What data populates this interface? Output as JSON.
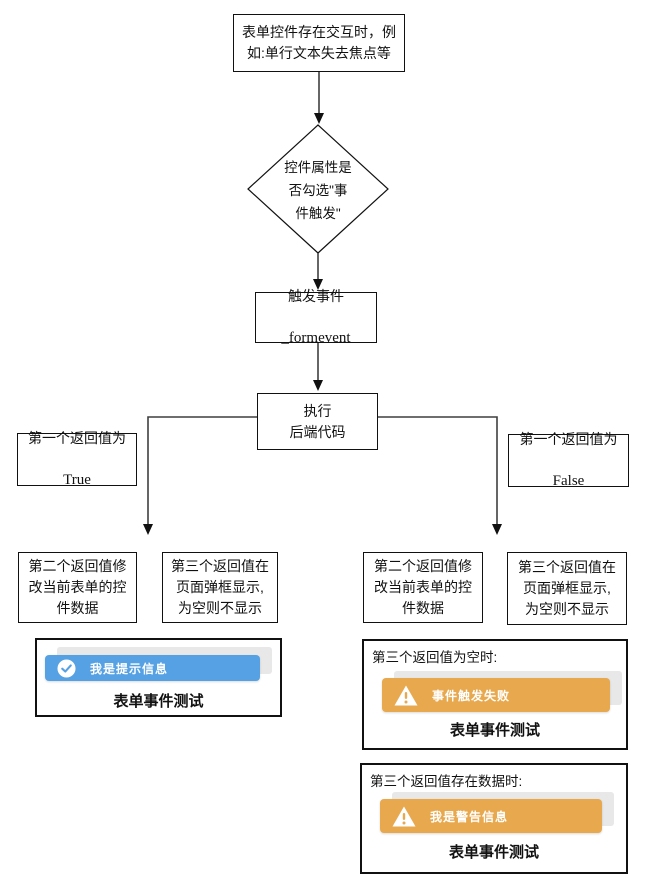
{
  "flow": {
    "start": "表单控件存在交互时，例\n如:单行文本失去焦点等",
    "decision": "控件属性是\n否勾选\"事\n件触发\"",
    "trigger_line1": "触发事件",
    "trigger_line2": "_formevent",
    "execute": "执行\n后端代码",
    "branch_true_label": "第一个返回值为",
    "branch_true_value": "True",
    "branch_false_label": "第一个返回值为",
    "branch_false_value": "False",
    "second_return_box": "第二个返回值修\n改当前表单的控\n件数据",
    "third_return_box": "第三个返回值在\n页面弹框显示,\n为空则不显示"
  },
  "preview_cards": {
    "info": {
      "toast_text": "我是提示信息",
      "caption": "表单事件测试",
      "icon": "check-circle-icon"
    },
    "warning_empty": {
      "title": "第三个返回值为空时:",
      "toast_text": "事件触发失败",
      "caption": "表单事件测试",
      "icon": "warning-triangle-icon"
    },
    "warning_data": {
      "title": "第三个返回值存在数据时:",
      "toast_text": "我是警告信息",
      "caption": "表单事件测试",
      "icon": "warning-triangle-icon"
    }
  },
  "colors": {
    "info_blue": "#55a1e3",
    "warning_orange": "#e8a84e",
    "line": "#3f3f3f",
    "ghost_gray": "#e8e8e8"
  }
}
